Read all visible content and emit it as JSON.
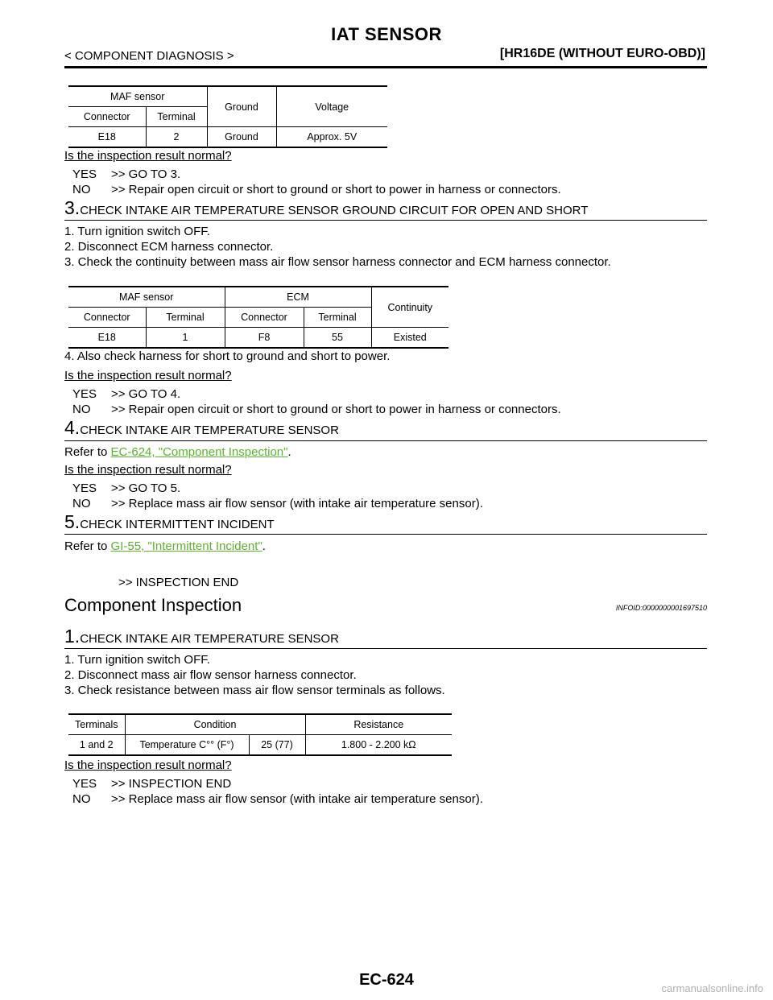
{
  "header": {
    "title": "IAT SENSOR",
    "breadcrumb": "< COMPONENT DIAGNOSIS >",
    "model": "[HR16DE (WITHOUT EURO-OBD)]"
  },
  "table1": {
    "group": "MAF sensor",
    "col_ground": "Ground",
    "col_voltage": "Voltage",
    "col_connector": "Connector",
    "col_terminal": "Terminal",
    "row": [
      "E18",
      "2",
      "Ground",
      "Approx. 5V"
    ]
  },
  "block2": {
    "question": "Is the inspection result normal?",
    "yes_key": "YES",
    "yes_text": ">> GO TO 3.",
    "no_key": "NO",
    "no_text": ">> Repair open circuit or short to ground or short to power in harness or connectors."
  },
  "step3": {
    "num": "3.",
    "title": "CHECK INTAKE AIR TEMPERATURE SENSOR GROUND CIRCUIT FOR OPEN AND SHORT",
    "items": [
      "1.   Turn ignition switch OFF.",
      "2.   Disconnect ECM harness connector.",
      "3.   Check the continuity between mass air flow sensor harness connector and ECM harness connector."
    ],
    "table": {
      "group1": "MAF sensor",
      "group2": "ECM",
      "col_continuity": "Continuity",
      "col_connector": "Connector",
      "col_terminal": "Terminal",
      "row": [
        "E18",
        "1",
        "F8",
        "55",
        "Existed"
      ]
    },
    "item4": "4.   Also check harness for short to ground and short to power.",
    "question": "Is the inspection result normal?",
    "yes_key": "YES",
    "yes_text": ">> GO TO 4.",
    "no_key": "NO",
    "no_text": ">> Repair open circuit or short to ground or short to power in harness or connectors."
  },
  "step4": {
    "num": "4.",
    "title": "CHECK INTAKE AIR TEMPERATURE SENSOR",
    "refer_prefix": "Refer to ",
    "link": "EC-624, \"Component Inspection\"",
    "refer_suffix": ".",
    "question": "Is the inspection result normal?",
    "yes_key": "YES",
    "yes_text": ">> GO TO 5.",
    "no_key": "NO",
    "no_text": ">> Replace mass air flow sensor (with intake air temperature sensor)."
  },
  "step5": {
    "num": "5.",
    "title": "CHECK INTERMITTENT INCIDENT",
    "refer_prefix": "Refer to ",
    "link": "GI-55, \"Intermittent Incident\"",
    "refer_suffix": ".",
    "end": ">> INSPECTION END"
  },
  "component": {
    "title": "Component Inspection",
    "infoid": "INFOID:0000000001697510",
    "step_num": "1.",
    "step_title": "CHECK INTAKE AIR TEMPERATURE SENSOR",
    "items": [
      "1.   Turn ignition switch OFF.",
      "2.   Disconnect mass air flow sensor harness connector.",
      "3.   Check resistance between mass air flow sensor terminals as follows."
    ],
    "table": {
      "col_terminals": "Terminals",
      "col_condition": "Condition",
      "col_resistance": "Resistance",
      "row": [
        "1 and 2",
        "Temperature C°° (F°)",
        "25 (77)",
        "1.800 - 2.200 kΩ"
      ]
    },
    "question": "Is the inspection result normal?",
    "yes_key": "YES",
    "yes_text": ">> INSPECTION END",
    "no_key": "NO",
    "no_text": ">> Replace mass air flow sensor (with intake air temperature sensor)."
  },
  "footer": {
    "page": "EC-624",
    "watermark": "carmanualsonline.info"
  }
}
